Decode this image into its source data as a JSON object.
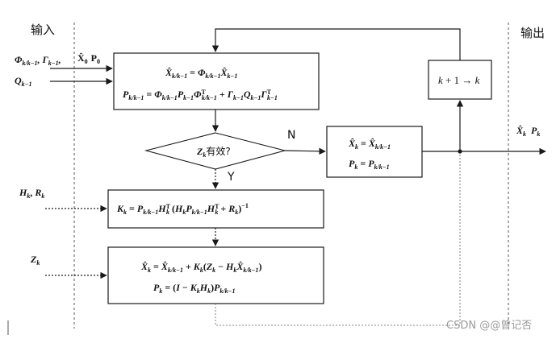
{
  "header": {
    "input_label": "输入",
    "output_label": "输出"
  },
  "inputs": {
    "phi_gamma": "Φ_{k/k−1}, Γ_{k−1},",
    "q": "Q_{k−1}",
    "x0_p0": "X̂_0  P_0",
    "h_r": "H_k, R_k",
    "z": "Z_k"
  },
  "boxes": {
    "predict": {
      "line1": "X̂_{k/k−1} = Φ_{k/k−1} X̂_{k−1}",
      "line2": "P_{k/k−1} = Φ_{k/k−1} P_{k−1} Φ^T_{k/k−1} + Γ_{k−1} Q_{k−1} Γ^T_{k−1}"
    },
    "decision": {
      "label": "Z_k 有效?",
      "yes": "Y",
      "no": "N"
    },
    "skip": {
      "line1": "X̂_k = X̂_{k/k−1}",
      "line2": "P_k = P_{k/k−1}"
    },
    "increment": {
      "label": "k+1 → k"
    },
    "gain": {
      "line1": "K_k = P_{k/k−1} H^T_k (H_k P_{k/k−1} H^T_k + R_k)^{−1}"
    },
    "update": {
      "line1": "X̂_k = X̂_{k/k−1} + K_k (Z_k − H_k X̂_{k/k−1})",
      "line2": "P_k = (I − K_k H_k) P_{k/k−1}"
    }
  },
  "output": {
    "label": "X̂_k  P_k"
  },
  "watermark": "CSDN @@曾记否",
  "colors": {
    "line": "#1a1a1a",
    "dashed_divider": "#555555",
    "feedback_dotted": "#888888",
    "watermark": "#9a9a9a"
  }
}
